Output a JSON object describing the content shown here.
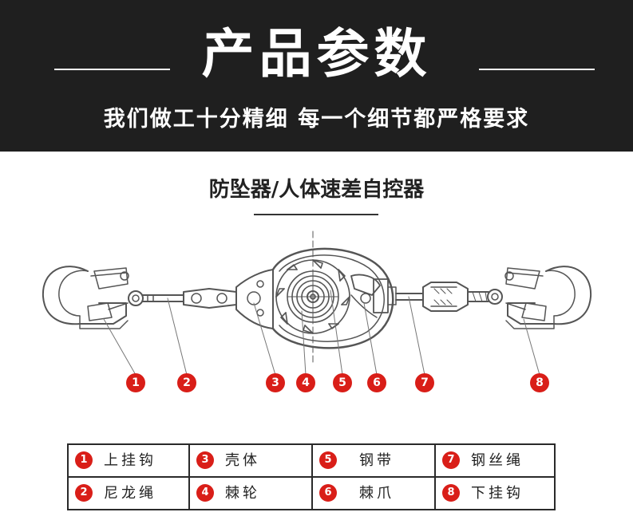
{
  "header": {
    "title": "产品参数",
    "subtitle": "我们做工十分精细 每一个细节都严格要求"
  },
  "product": {
    "title": "防坠器/人体速差自控器"
  },
  "colors": {
    "header_bg": "#1f1f1f",
    "accent_red": "#d91e18",
    "line": "#555555"
  },
  "callouts": [
    "1",
    "2",
    "3",
    "4",
    "5",
    "6",
    "7",
    "8"
  ],
  "legend": [
    {
      "num": "1",
      "label": "上挂钩"
    },
    {
      "num": "2",
      "label": "尼龙绳"
    },
    {
      "num": "3",
      "label": "壳体"
    },
    {
      "num": "4",
      "label": "棘轮"
    },
    {
      "num": "5",
      "label": "钢带"
    },
    {
      "num": "6",
      "label": "棘爪"
    },
    {
      "num": "7",
      "label": "钢丝绳"
    },
    {
      "num": "8",
      "label": "下挂钩"
    }
  ]
}
